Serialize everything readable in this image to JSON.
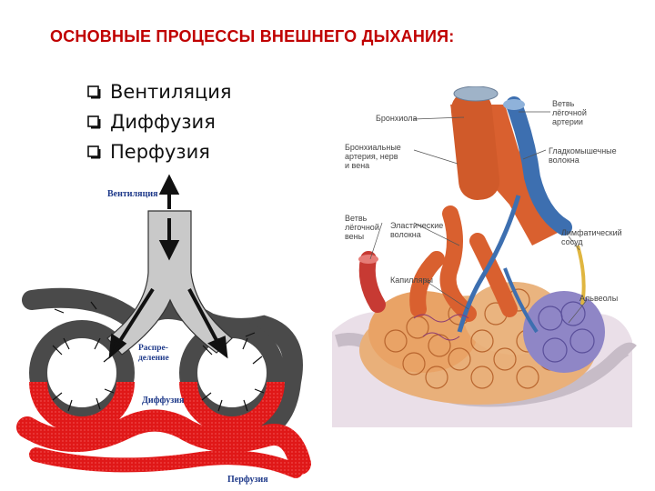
{
  "slide": {
    "title": "ОСНОВНЫЕ ПРОЦЕССЫ ВНЕШНЕГО ДЫХАНИЯ:",
    "bullets": [
      "Вентиляция",
      "Диффузия",
      "Перфузия"
    ]
  },
  "left_diagram": {
    "labels": {
      "ventilation": "Вентиляция",
      "distribution": "Распре-\nделение",
      "diffusion": "Диффузия",
      "perfusion": "Перфузия"
    },
    "colors": {
      "trachea": "#c9c9c9",
      "deoxy_blood": "#4a4a4a",
      "oxy_blood": "#e01818",
      "label": "#1f3a8a"
    }
  },
  "right_diagram": {
    "labels": {
      "bronchiole": "Бронхиола",
      "pulm_artery_branch": "Ветвь\nлёгочной\nартерии",
      "bronchial_vessels": "Бронхиальные\nартерия, нерв\nи вена",
      "smooth_muscle": "Гладкомышечные\nволокна",
      "pulm_vein_branch": "Ветвь\nлёгочной\nвены",
      "elastic_fibers": "Эластические\nволокна",
      "lymph_vessel": "Лимфатический\nсосуд",
      "capillaries": "Капилляры",
      "alveoli": "Альвеолы"
    },
    "colors": {
      "bronchiole": "#9fb3c8",
      "tissue": "#d9602f",
      "alveoli": "#e9b07a",
      "vein": "#3d6fb0",
      "artery": "#c73a33",
      "pleura": "#c7bcc7",
      "nerve": "#e0b640"
    }
  }
}
